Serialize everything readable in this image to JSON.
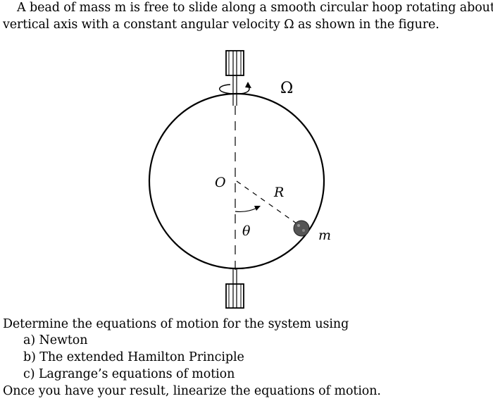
{
  "problem": {
    "intro_line1": "A bead of mass m is free to slide along a smooth circular hoop rotating about a",
    "intro_line2": "vertical axis with a constant angular velocity Ω as shown in the figure.",
    "prompt": "Determine the equations of motion for the system using",
    "items": [
      "a)  Newton",
      "b)  The extended Hamilton Principle",
      "c)  Lagrange’s equations of motion"
    ],
    "closing": "Once you have your result, linearize the equations of motion."
  },
  "figure": {
    "omega_label": "Ω",
    "origin_label": "O",
    "radius_label": "R",
    "angle_label": "θ",
    "mass_label": "m"
  }
}
